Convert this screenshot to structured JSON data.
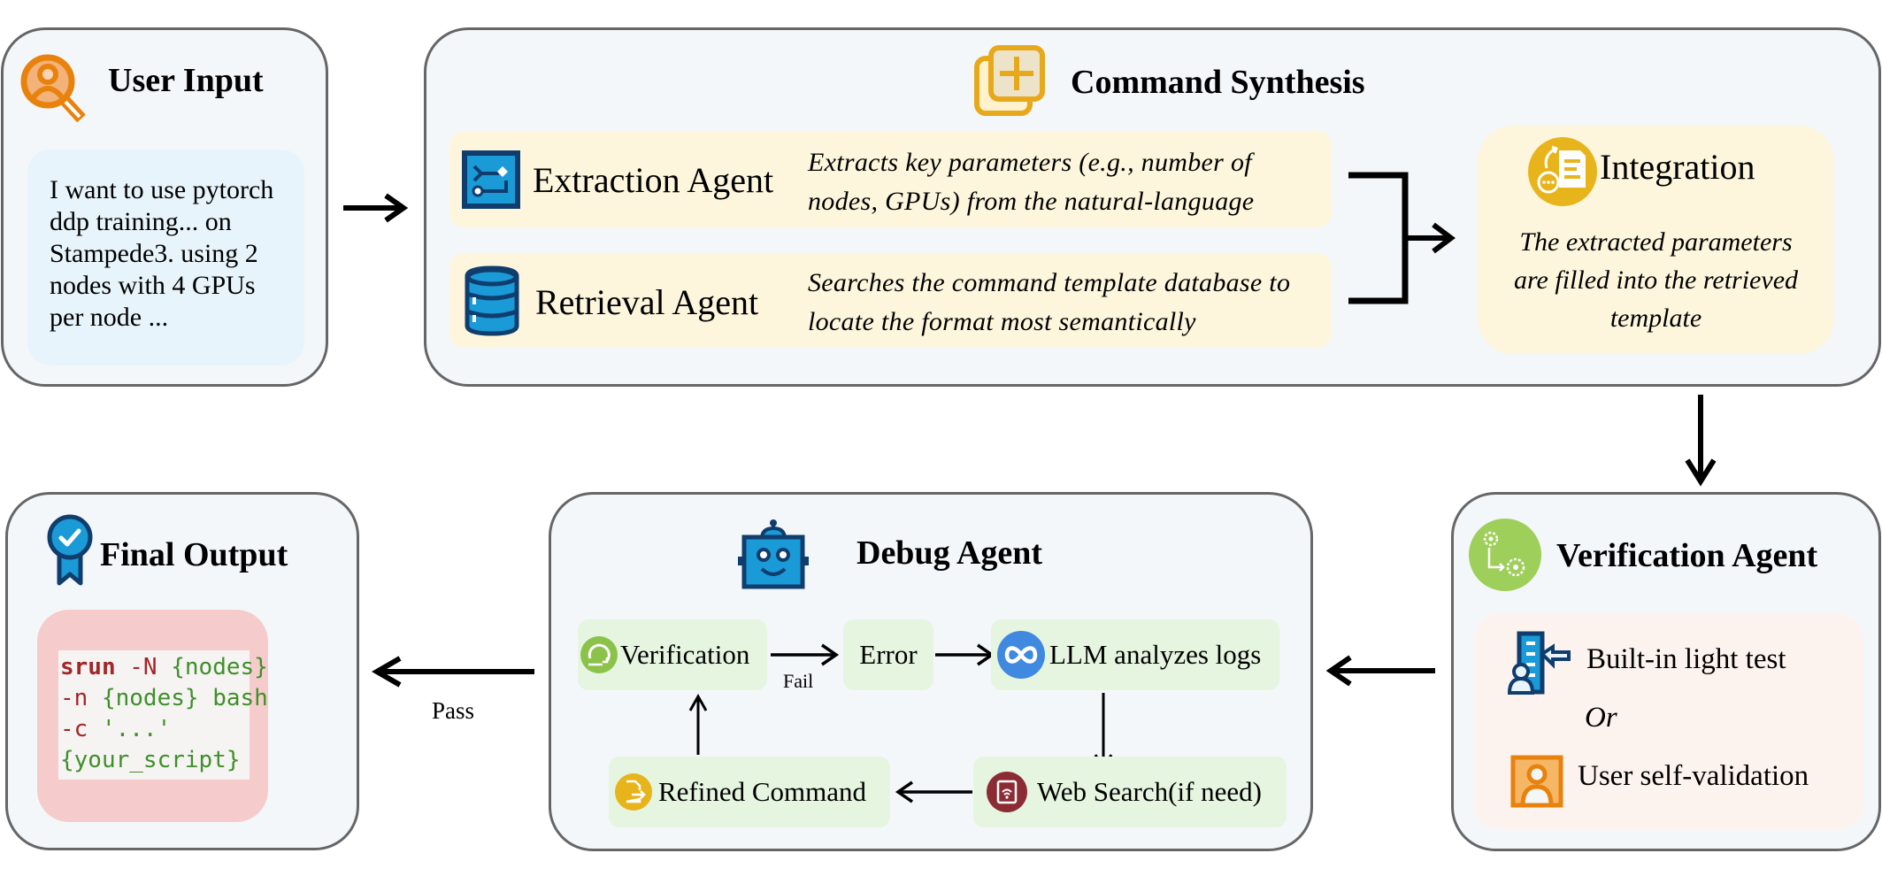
{
  "user_input": {
    "title": "User Input",
    "lines": [
      "I want to use pytorch",
      "ddp training... on",
      "Stampede3. using 2",
      "nodes with 4 GPUs",
      "per node ..."
    ]
  },
  "command_synthesis": {
    "title": "Command Synthesis",
    "extraction": {
      "label": "Extraction Agent",
      "desc_lines": [
        "Extracts key parameters (e.g., number of",
        "nodes, GPUs) from the natural-language"
      ]
    },
    "retrieval": {
      "label": "Retrieval Agent",
      "desc_lines": [
        "Searches the command template database to",
        "locate the format most semantically"
      ]
    },
    "integration": {
      "label": "Integration",
      "desc_lines": [
        "The extracted parameters",
        "are filled into the retrieved",
        "template"
      ]
    }
  },
  "verification_agent": {
    "title": "Verification Agent",
    "option1": "Built-in light test",
    "or_label": "Or",
    "option2": "User self-validation"
  },
  "debug_agent": {
    "title": "Debug Agent",
    "nodes": {
      "verification": "Verification",
      "error": "Error",
      "llm": "LLM analyzes logs",
      "web_search": "Web Search(if need)",
      "refined": "Refined Command"
    },
    "fail_label": "Fail"
  },
  "final_output": {
    "title": "Final Output",
    "code": [
      [
        {
          "t": "srun",
          "c": "kw"
        },
        {
          "t": " -N ",
          "c": "flag"
        },
        {
          "t": "{nodes}",
          "c": "str"
        }
      ],
      [
        {
          "t": "-n ",
          "c": "flag"
        },
        {
          "t": "{nodes} bash",
          "c": "str"
        }
      ],
      [
        {
          "t": "-c ",
          "c": "flag"
        },
        {
          "t": "'...'",
          "c": "str"
        }
      ],
      [
        {
          "t": "{your_script}",
          "c": "str"
        }
      ]
    ]
  },
  "pass_label": "Pass",
  "colors": {
    "panel_bg": "#f4f7fa",
    "border": "#666666",
    "user_input_bg": "#e8f4fc",
    "synthesis_item_bg": "#fdf6dc",
    "debug_node_bg": "#e5f5e0",
    "verification_bg": "#fcf3ee",
    "final_bg": "#f5cccb",
    "code_kw": "#a3262a",
    "code_str": "#3f8f2a",
    "accent_blue": "#1a9ad6",
    "accent_orange": "#e8820c",
    "accent_gold": "#e8b41c"
  }
}
